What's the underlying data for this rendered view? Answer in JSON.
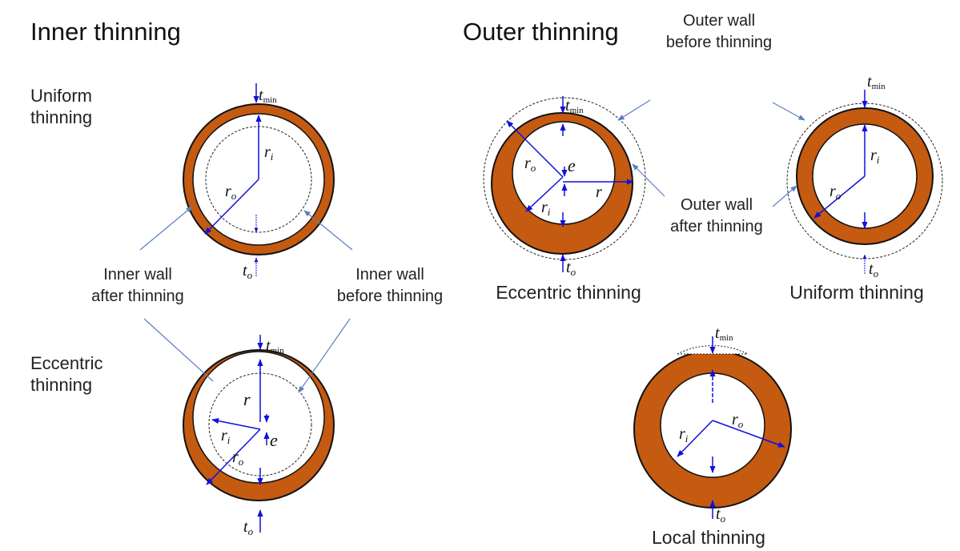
{
  "colors": {
    "pipe": "#c55a11",
    "dimension": "#1010dd",
    "leader": "#5b7fbf",
    "outline": "#111111"
  },
  "sections": {
    "inner": {
      "title": "Inner thinning"
    },
    "outer": {
      "title": "Outer thinning"
    }
  },
  "panels": {
    "inner_uniform": {
      "label_line1": "Uniform",
      "label_line2": "thinning"
    },
    "inner_eccentric": {
      "label_line1": "Eccentric",
      "label_line2": "thinning"
    },
    "outer_eccentric": {
      "caption": "Eccentric thinning"
    },
    "outer_uniform": {
      "caption": "Uniform thinning"
    },
    "outer_local": {
      "caption": "Local thinning"
    }
  },
  "callouts": {
    "inner_after": {
      "line1": "Inner wall",
      "line2": "after thinning"
    },
    "inner_before": {
      "line1": "Inner wall",
      "line2": "before thinning"
    },
    "outer_before": {
      "line1": "Outer wall",
      "line2": "before thinning"
    },
    "outer_after": {
      "line1": "Outer wall",
      "line2": "after thinning"
    }
  },
  "symbols": {
    "t": "t",
    "min": "min",
    "o": "o",
    "r": "r",
    "i": "i",
    "e": "e"
  }
}
